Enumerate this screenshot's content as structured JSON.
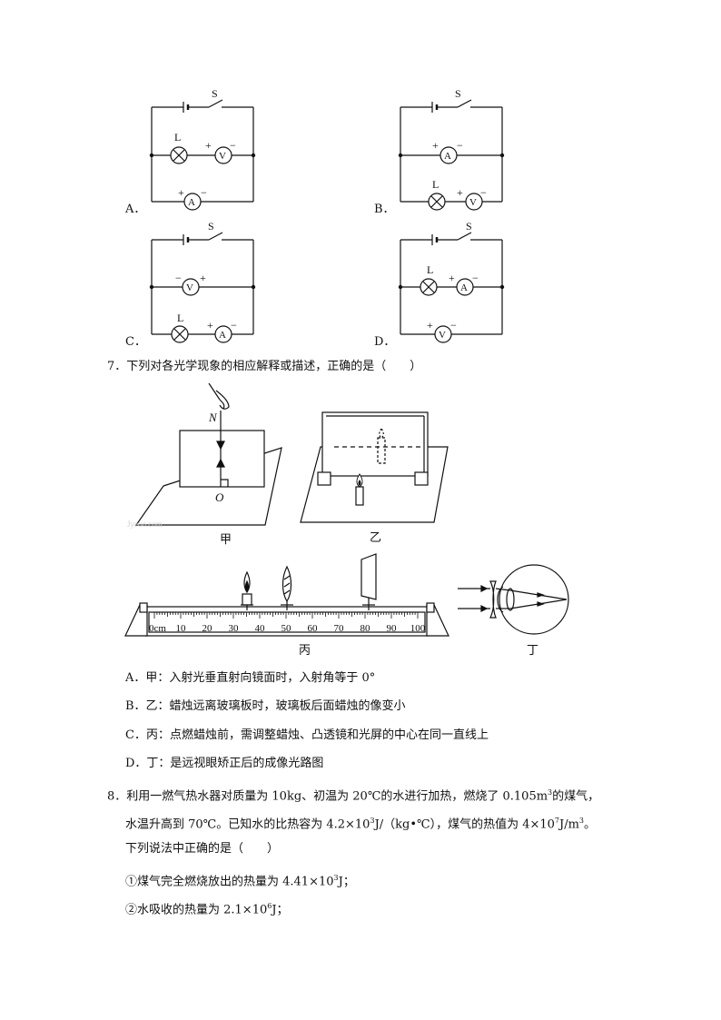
{
  "circuits": [
    {
      "option": "A．",
      "switch": "S",
      "lamp": "L",
      "voltmeter": "V",
      "ammeter": "A",
      "plus": "+",
      "minus": "−"
    },
    {
      "option": "B．",
      "switch": "S",
      "lamp": "L",
      "voltmeter": "V",
      "ammeter": "A",
      "plus": "+",
      "minus": "−"
    },
    {
      "option": "C．",
      "switch": "S",
      "lamp": "L",
      "voltmeter": "V",
      "ammeter": "A",
      "plus": "+",
      "minus": "−"
    },
    {
      "option": "D．",
      "switch": "S",
      "lamp": "L",
      "voltmeter": "V",
      "ammeter": "A",
      "plus": "+",
      "minus": "−"
    }
  ],
  "q7": {
    "stem": "7．下列对各光学现象的相应解释或描述，正确的是（　　）",
    "fig_jia": {
      "label": "甲",
      "n": "N",
      "o": "O",
      "watermark": "Jyeoo.com"
    },
    "fig_yi": {
      "label": "乙"
    },
    "fig_bing": {
      "label": "丙",
      "ticks": [
        "0cm",
        "10",
        "20",
        "30",
        "40",
        "50",
        "60",
        "70",
        "80",
        "90",
        "100"
      ]
    },
    "fig_ding": {
      "label": "丁"
    },
    "options": [
      "A．甲：入射光垂直射向镜面时，入射角等于 0°",
      "B．乙：蜡烛远离玻璃板时，玻璃板后面蜡烛的像变小",
      "C．丙：点燃蜡烛前，需调整蜡烛、凸透镜和光屏的中心在同一直线上",
      "D．丁：是远视眼矫正后的成像光路图"
    ]
  },
  "q8": {
    "line1_a": "8．利用一燃气热水器对质量为 10kg、初温为 20℃的水进行加热，燃烧了 0.105m",
    "line1_sup": "3",
    "line1_b": "的煤气，",
    "line2_a": "水温升高到 70℃。已知水的比热容为 4.2×10",
    "line2_sup1": "3",
    "line2_b": "J/（kg•℃），煤气的热值为 4×10",
    "line2_sup2": "7",
    "line2_c": "J/m",
    "line2_sup3": "3",
    "line2_d": "。",
    "line3": "下列说法中正确的是（　　）",
    "item1_a": "①煤气完全燃烧放出的热量为 4.41×10",
    "item1_sup": "3",
    "item1_b": "J；",
    "item2_a": "②水吸收的热量为 2.1×10",
    "item2_sup": "6",
    "item2_b": "J；"
  }
}
